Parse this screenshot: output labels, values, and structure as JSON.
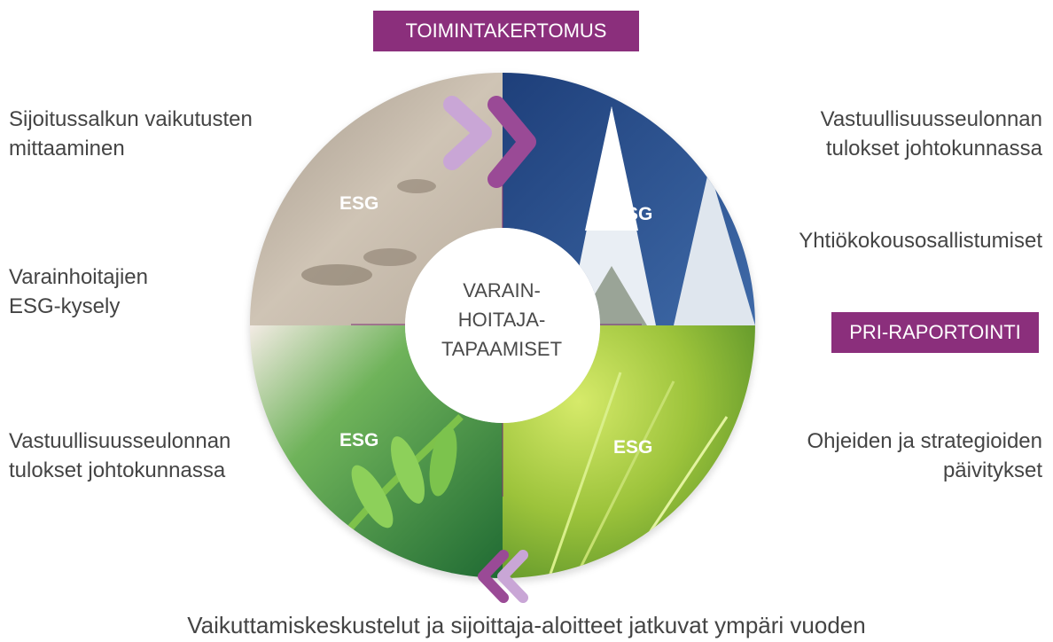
{
  "badges": {
    "top": "TOIMINTAKERTOMUS",
    "right": "PRI-RAPORTOINTI"
  },
  "labels": {
    "top_left": [
      "Sijoitussalkun vaikutusten",
      "mittaaminen"
    ],
    "mid_left": [
      "Varainhoitajien",
      "ESG-kysely"
    ],
    "bottom_left": [
      "Vastuullisuusseulonnan",
      "tulokset johtokunnassa"
    ],
    "top_right": [
      "Vastuullisuusseulonnan",
      "tulokset johtokunnassa"
    ],
    "mid_right": "Yhtiökokousosallistumiset",
    "bottom_right": [
      "Ohjeiden ja strategioiden",
      "päivitykset"
    ]
  },
  "center": [
    "VARAIN-",
    "HOITAJA-",
    "TAPAAMISET"
  ],
  "quadrant_tags": [
    "ESG",
    "ESG",
    "ESG",
    "ESG"
  ],
  "quadrant_images": [
    "sand-footprints-image",
    "snowy-spruce-image",
    "hand-fern-image",
    "green-grass-image"
  ],
  "bottom_caption": "Vaikuttamiskeskustelut ja sijoittaja-aloitteet jatkuvat ympäri vuoden",
  "colors": {
    "accent": "#8b2f7c",
    "arrow_light": "#c9a6d6",
    "arrow_dark": "#9a4a96",
    "sand": "#cdc2b3",
    "sky": "#2c4f8c",
    "forest": "#3a8a3a",
    "grass": "#9bc23a"
  }
}
